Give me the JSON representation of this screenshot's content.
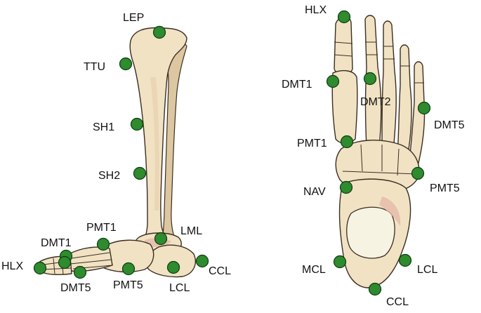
{
  "colors": {
    "marker": "#2e8b2e",
    "bone": "#f1e2c3",
    "outline": "#3a2e22",
    "text": "#111111"
  },
  "lateral_view": {
    "markers": {
      "lep": "LEP",
      "ttu": "TTU",
      "sh1": "SH1",
      "sh2": "SH2",
      "pmt1": "PMT1",
      "lml": "LML",
      "dmt1": "DMT1",
      "hlx": "HLX",
      "ccl": "CCL",
      "dmt5": "DMT5",
      "pmt5": "PMT5",
      "lcl": "LCL"
    }
  },
  "dorsal_view": {
    "markers": {
      "hlx": "HLX",
      "dmt1": "DMT1",
      "dmt2": "DMT2",
      "dmt5": "DMT5",
      "pmt1": "PMT1",
      "nav": "NAV",
      "pmt5": "PMT5",
      "mcl": "MCL",
      "lcl": "LCL",
      "ccl": "CCL"
    }
  }
}
